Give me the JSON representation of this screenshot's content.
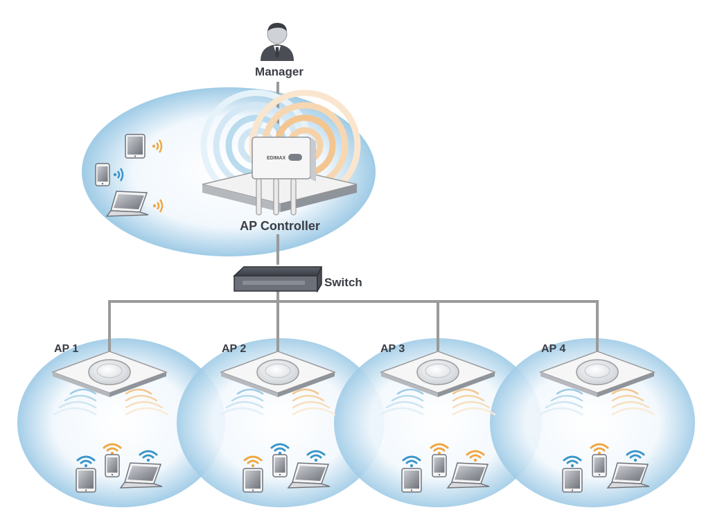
{
  "labels": {
    "manager": "Manager",
    "ap_controller": "AP Controller",
    "switch": "Switch",
    "device_logo": "EDIMAX",
    "access_points": [
      "AP 1",
      "AP 2",
      "AP 3",
      "AP 4"
    ]
  },
  "colors": {
    "bubble_edge": "#9fcbe6",
    "bubble_center": "#ffffff",
    "wire": "#9a9a9a",
    "signal_blue": "#3a95c9",
    "signal_orange": "#f0a640",
    "label": "#3a3d44"
  },
  "icons": [
    "person-icon",
    "tablet-icon",
    "phone-icon",
    "laptop-icon",
    "wifi-icon",
    "signal-waves-icon",
    "switch-icon",
    "ap-controller-icon",
    "ceiling-ap-icon"
  ]
}
